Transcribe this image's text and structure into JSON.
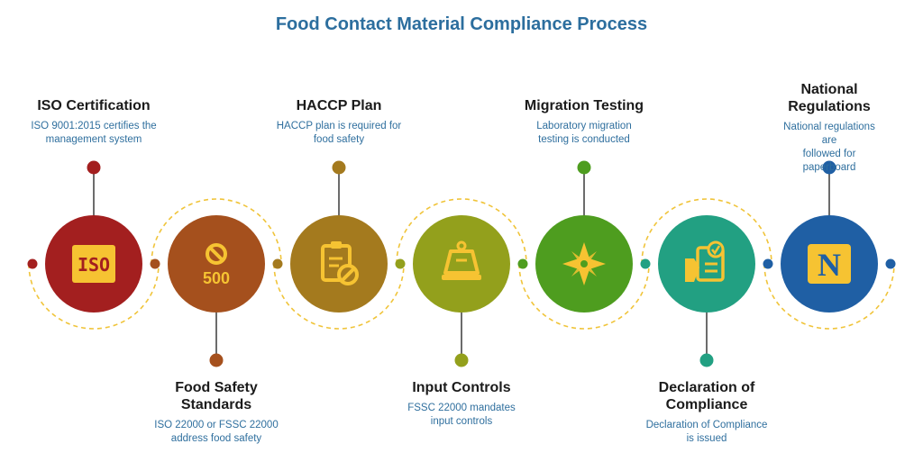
{
  "title": "Food Contact Material Compliance Process",
  "steps": [
    {
      "title": "ISO Certification",
      "desc": "ISO 9001:2015 certifies the\nmanagement system",
      "icon": "iso-badge-icon",
      "color": "#a31f1f",
      "icon_text": "ISO"
    },
    {
      "title": "Food Safety\nStandards",
      "desc": "ISO 22000 or FSSC 22000\naddress food safety",
      "icon": "no-500-icon",
      "color": "#a5501d",
      "icon_text": "500"
    },
    {
      "title": "HACCP Plan",
      "desc": "HACCP plan is required for\nfood safety",
      "icon": "clipboard-block-icon",
      "color": "#a47a1e",
      "icon_text": ""
    },
    {
      "title": "Input Controls",
      "desc": "FSSC 22000 mandates\ninput controls",
      "icon": "scale-tray-icon",
      "color": "#93a01c",
      "icon_text": ""
    },
    {
      "title": "Migration Testing",
      "desc": "Laboratory migration\ntesting is conducted",
      "icon": "compass-star-icon",
      "color": "#4e9d1f",
      "icon_text": ""
    },
    {
      "title": "Declaration of\nCompliance",
      "desc": "Declaration of Compliance\nis issued",
      "icon": "checklist-hand-icon",
      "color": "#22a082",
      "icon_text": ""
    },
    {
      "title": "National\nRegulations",
      "desc": "National regulations are\nfollowed for paperboard",
      "icon": "n-logo-icon",
      "color": "#1f5fa4",
      "icon_text": "N"
    }
  ],
  "colors": {
    "icon_yellow": "#f6c332",
    "dash": "#f0c43a",
    "title": "#2c6e9e",
    "desc": "#2f6f9e"
  }
}
